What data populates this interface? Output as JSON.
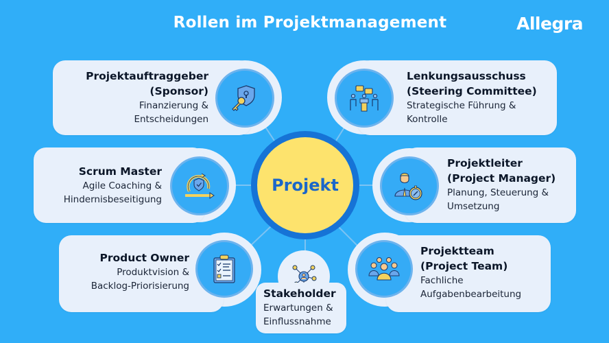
{
  "header": {
    "title": "Rollen im Projektmanagement",
    "logo": "Allegra"
  },
  "center": {
    "label": "Projekt"
  },
  "colors": {
    "background": "#30aef8",
    "card": "#e8f0fb",
    "center_fill": "#fde36d",
    "center_ring": "#1673d6",
    "center_text": "#1b67c9",
    "icon_circle": "#35abf6"
  },
  "roles": [
    {
      "id": "sponsor",
      "title_line1": "Projektauftraggeber",
      "title_line2": "(Sponsor)",
      "desc_line1": "Finanzierung &",
      "desc_line2": "Entscheidungen",
      "icon": "shield-key-icon"
    },
    {
      "id": "steering",
      "title_line1": "Lenkungsausschuss",
      "title_line2": "(Steering Committee)",
      "desc_line1": "Strategische Führung &",
      "desc_line2": "Kontrolle",
      "icon": "meeting-table-icon"
    },
    {
      "id": "scrum",
      "title_line1": "Scrum Master",
      "title_line2": "",
      "desc_line1": "Agile Coaching &",
      "desc_line2": "Hindernisbeseitigung",
      "icon": "agile-cycle-shield-icon"
    },
    {
      "id": "pm",
      "title_line1": "Projektleiter",
      "title_line2": "(Project Manager)",
      "desc_line1": "Planung, Steuerung &",
      "desc_line2": "Umsetzung",
      "icon": "manager-compass-icon"
    },
    {
      "id": "po",
      "title_line1": "Product Owner",
      "title_line2": "",
      "desc_line1": "Produktvision &",
      "desc_line2": "Backlog-Priorisierung",
      "icon": "clipboard-checklist-icon"
    },
    {
      "id": "team",
      "title_line1": "Projektteam",
      "title_line2": "(Project Team)",
      "desc_line1": "Fachliche",
      "desc_line2": "Aufgabenbearbeitung",
      "icon": "team-group-icon"
    },
    {
      "id": "stakeholder",
      "title_line1": "Stakeholder",
      "title_line2": "",
      "desc_line1": "Erwartungen &",
      "desc_line2": "Einflussnahme",
      "icon": "network-person-icon"
    }
  ]
}
